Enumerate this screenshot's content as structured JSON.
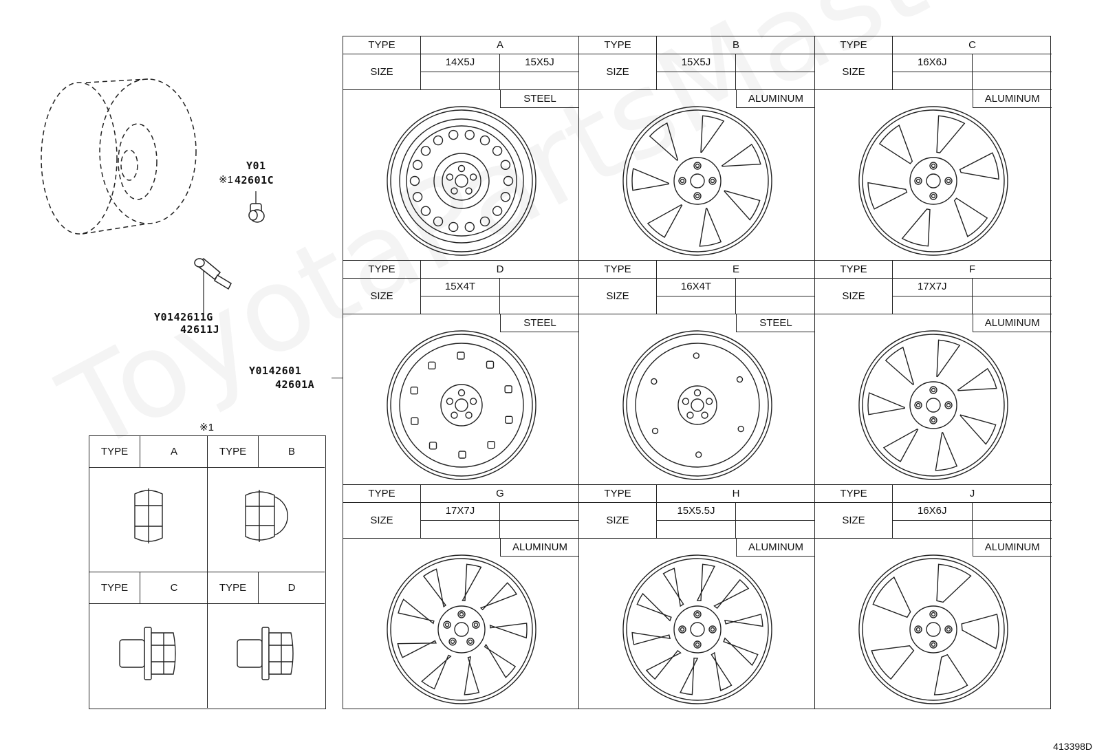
{
  "watermark": "ToyotaPartsMaster.ru",
  "callouts": {
    "nut_code1": "Y01",
    "nut_code2": "42601C",
    "nut_ref": "※1",
    "valve_code1": "Y0142611G",
    "valve_code2": "42611J",
    "wheel_code1": "Y0142601",
    "wheel_code2": "42601A"
  },
  "diagram_id": "413398D",
  "labels": {
    "type": "TYPE",
    "size": "SIZE"
  },
  "wheels": [
    {
      "type": "A",
      "sizes": [
        "14X5J",
        "15X5J"
      ],
      "material": "STEEL",
      "style": "steel-holes"
    },
    {
      "type": "B",
      "sizes": [
        "15X5J",
        ""
      ],
      "material": "ALUMINUM",
      "style": "spoke-7"
    },
    {
      "type": "C",
      "sizes": [
        "16X6J",
        ""
      ],
      "material": "ALUMINUM",
      "style": "spoke-6"
    },
    {
      "type": "D",
      "sizes": [
        "15X4T",
        ""
      ],
      "material": "STEEL",
      "style": "steel-slots"
    },
    {
      "type": "E",
      "sizes": [
        "16X4T",
        ""
      ],
      "material": "STEEL",
      "style": "steel-plain"
    },
    {
      "type": "F",
      "sizes": [
        "17X7J",
        ""
      ],
      "material": "ALUMINUM",
      "style": "spoke-7"
    },
    {
      "type": "G",
      "sizes": [
        "17X7J",
        ""
      ],
      "material": "ALUMINUM",
      "style": "spoke-9"
    },
    {
      "type": "H",
      "sizes": [
        "15X5.5J",
        ""
      ],
      "material": "ALUMINUM",
      "style": "spoke-10"
    },
    {
      "type": "J",
      "sizes": [
        "16X6J",
        ""
      ],
      "material": "ALUMINUM",
      "style": "spoke-5"
    }
  ],
  "nut_table": {
    "header_ref": "※1",
    "nuts": [
      {
        "type": "A",
        "style": "cap"
      },
      {
        "type": "B",
        "style": "dome"
      },
      {
        "type": "C",
        "style": "flange"
      },
      {
        "type": "D",
        "style": "flange-short"
      }
    ]
  }
}
